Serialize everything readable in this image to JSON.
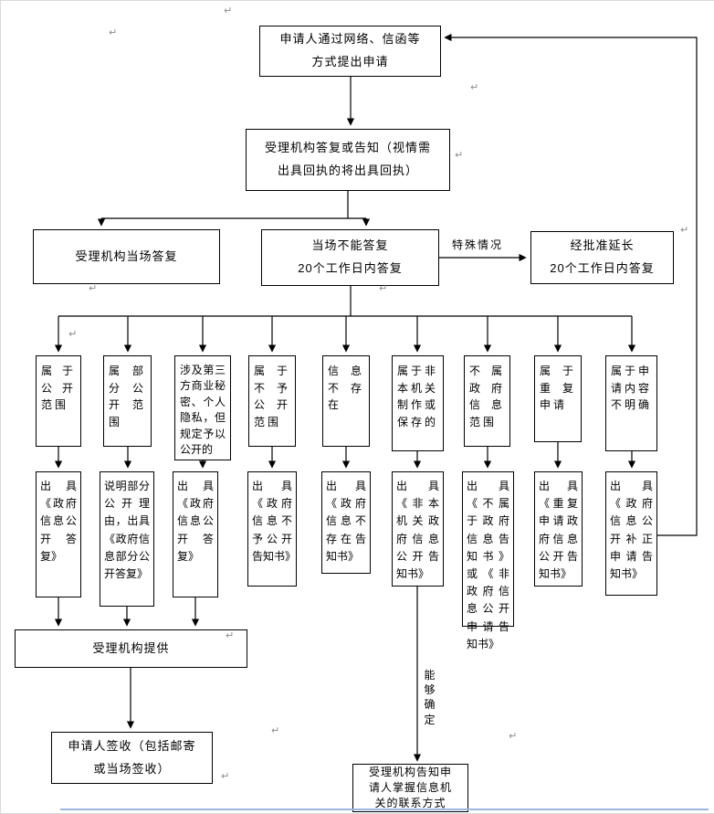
{
  "flow": {
    "start": "申请人通过网络、信函等\n方式提出申请",
    "reply_or_inform": "受理机构答复或告知（视情需\n出具回执的将出具回执）",
    "onsite_reply": "受理机构当场答复",
    "cannot_reply_20days": "当场不能答复\n20个工作日内答复",
    "special_case_label": "特殊情况",
    "extended_20days": "经批准延长\n20个工作日内答复",
    "conditions": [
      "属于公开范围",
      "属部分公开范围",
      "涉及第三方商业秘密、个人隐私，但规定予以公开的",
      "属于不予公开范围",
      "信息不存在",
      "属于非本机关制作或保存的",
      "不属政府信息范围",
      "属于重复申请",
      "属于申请内容不明确"
    ],
    "outputs": [
      "出具《政府信息公开答复》",
      "说明部分公开理由，出具《政府信息部分公开答复》",
      "出具《政府信息公开答复》",
      "出具《政府信息不予公开告知书》",
      "出具《政府信息不存在告知书》",
      "出具《非本机关政府信息公开告知书》",
      "出具《不属于政府信息告知书》或《非政府信息公开申请告知书》",
      "出具《重复申请政府信息公开告知书》",
      "出具《政府信息公开补正申请告知书》"
    ],
    "provide": "受理机构提供",
    "sign": "申请人签收（包括邮寄\n或当场签收）",
    "can_confirm_label": "能够确定",
    "inform_contact": "受理机构告知申\n请人掌握信息机\n关的联系方式",
    "mark_glyph": "↵"
  }
}
